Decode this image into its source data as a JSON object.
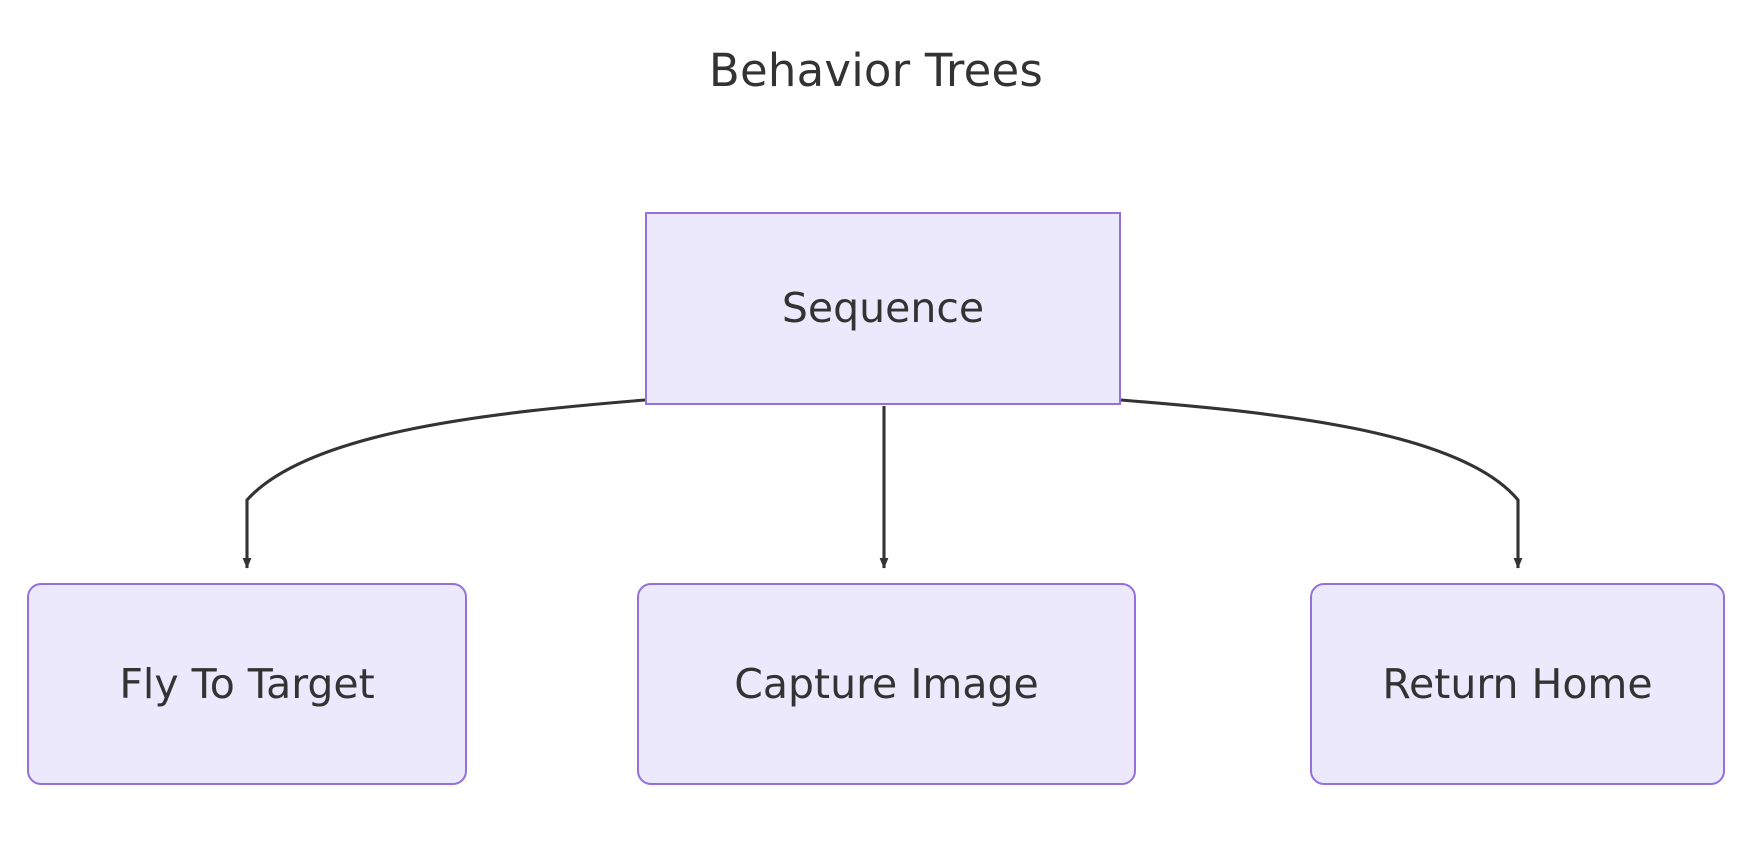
{
  "diagram": {
    "title": "Behavior Trees",
    "type": "behavior-tree",
    "background_color": "#ffffff",
    "node_fill_color": "#ECE9FC",
    "node_border_color": "#9370DB",
    "text_color": "#333333",
    "edge_color": "#333333",
    "root": {
      "id": "sequence",
      "label": "Sequence",
      "shape": "rectangle"
    },
    "children": [
      {
        "id": "fly-to-target",
        "label": "Fly To Target",
        "shape": "rounded-rectangle"
      },
      {
        "id": "capture-image",
        "label": "Capture Image",
        "shape": "rounded-rectangle"
      },
      {
        "id": "return-home",
        "label": "Return Home",
        "shape": "rounded-rectangle"
      }
    ],
    "edges": [
      {
        "from": "sequence",
        "to": "fly-to-target",
        "style": "curved",
        "arrow": "triangle"
      },
      {
        "from": "sequence",
        "to": "capture-image",
        "style": "straight",
        "arrow": "triangle"
      },
      {
        "from": "sequence",
        "to": "return-home",
        "style": "curved",
        "arrow": "triangle"
      }
    ]
  }
}
